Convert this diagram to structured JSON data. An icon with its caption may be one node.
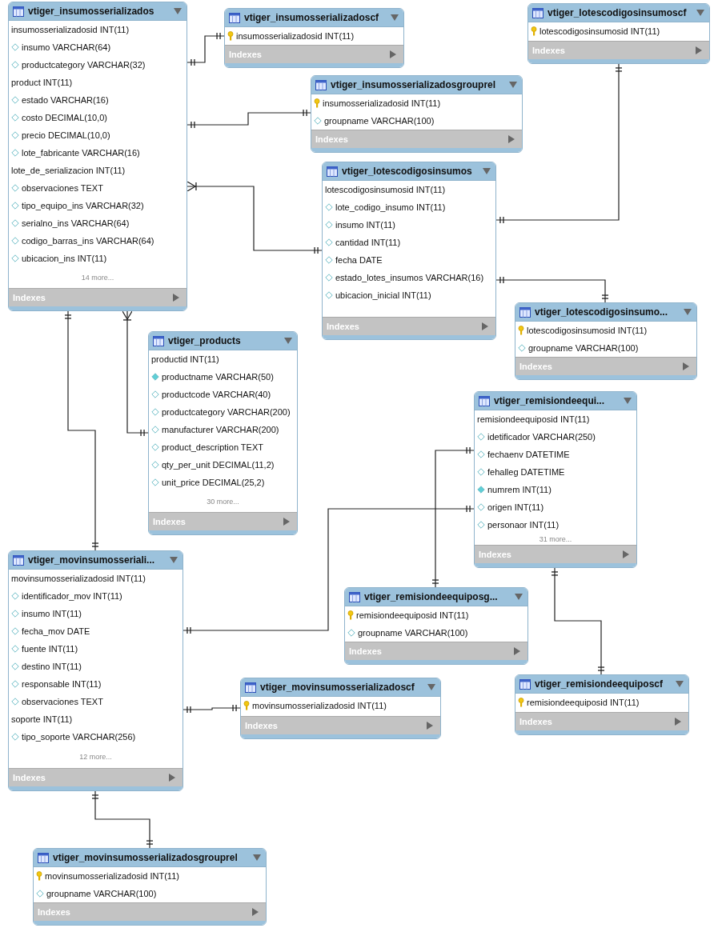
{
  "diagram": {
    "nodes": [
      {
        "text": [
          "vtiger_insumosserializados",
          "insumosserializadosid INT(11)",
          "insumo VARCHAR(64)",
          "productcategory VARCHAR(32)",
          "product INT(11)",
          "estado VARCHAR(16)",
          "costo DECIMAL(10,0)",
          "precio DECIMAL(10,0)",
          "lote_fabricante VARCHAR(16)",
          "lote_de_serializacion INT(11)",
          "observaciones TEXT",
          "tipo_equipo_ins VARCHAR(32)",
          "serialno_ins VARCHAR(64)",
          "codigo_barras_ins VARCHAR(64)",
          "ubicacion_ins INT(11)",
          "14 more...",
          "Indexes"
        ]
      },
      {
        "text": [
          "vtiger_insumosserializadoscf",
          "insumosserializadosid INT(11)",
          "Indexes"
        ]
      },
      {
        "text": [
          "vtiger_insumosserializadosgrouprel",
          "insumosserializadosid INT(11)",
          "groupname VARCHAR(100)",
          "Indexes"
        ]
      },
      {
        "text": [
          "vtiger_lotescodigosinsumoscf",
          "lotescodigosinsumosid INT(11)",
          "Indexes"
        ]
      },
      {
        "text": [
          "vtiger_lotescodigosinsumos",
          "lotescodigosinsumosid INT(11)",
          "lote_codigo_insumo INT(11)",
          "insumo INT(11)",
          "cantidad INT(11)",
          "fecha DATE",
          "estado_lotes_insumos VARCHAR(16)",
          "ubicacion_inicial INT(11)",
          "Indexes"
        ]
      },
      {
        "text": [
          "vtiger_lotescodigosinsumo...",
          "lotescodigosinsumosid INT(11)",
          "groupname VARCHAR(100)",
          "Indexes"
        ]
      },
      {
        "text": [
          "vtiger_products",
          "productid INT(11)",
          "productname VARCHAR(50)",
          "productcode VARCHAR(40)",
          "productcategory VARCHAR(200)",
          "manufacturer VARCHAR(200)",
          "product_description TEXT",
          "qty_per_unit DECIMAL(11,2)",
          "unit_price DECIMAL(25,2)",
          "30 more...",
          "Indexes"
        ]
      },
      {
        "text": [
          "vtiger_remisiondeequi...",
          "remisiondeequiposid INT(11)",
          "idetificador VARCHAR(250)",
          "fechaenv DATETIME",
          "fehalleg DATETIME",
          "numrem INT(11)",
          "origen INT(11)",
          "personaor INT(11)",
          "31 more...",
          "Indexes"
        ]
      },
      {
        "text": [
          "vtiger_movinsumosseriali...",
          "movinsumosserializadosid INT(11)",
          "identificador_mov INT(11)",
          "insumo INT(11)",
          "fecha_mov DATE",
          "fuente INT(11)",
          "destino INT(11)",
          "responsable INT(11)",
          "observaciones TEXT",
          "soporte INT(11)",
          "tipo_soporte VARCHAR(256)",
          "12 more...",
          "Indexes"
        ]
      },
      {
        "text": [
          "vtiger_remisiondeequiposg...",
          "remisiondeequiposid INT(11)",
          "groupname VARCHAR(100)",
          "Indexes"
        ]
      },
      {
        "text": [
          "vtiger_movinsumosserializadoscf",
          "movinsumosserializadosid INT(11)",
          "Indexes"
        ]
      },
      {
        "text": [
          "vtiger_remisiondeequiposcf",
          "remisiondeequiposid INT(11)",
          "Indexes"
        ]
      },
      {
        "text": [
          "vtiger_movinsumosserializadosgrouprel",
          "movinsumosserializadosid INT(11)",
          "groupname VARCHAR(100)",
          "Indexes"
        ]
      }
    ],
    "edges": [
      {
        "from": 0,
        "to": 1,
        "arrow": "other"
      },
      {
        "from": 0,
        "to": 2,
        "arrow": "other"
      },
      {
        "from": 4,
        "to": 0,
        "arrow": "other"
      },
      {
        "from": 3,
        "to": 4,
        "arrow": "other"
      },
      {
        "from": 4,
        "to": 5,
        "arrow": "other"
      },
      {
        "from": 6,
        "to": 0,
        "arrow": "other"
      },
      {
        "from": 0,
        "to": 8,
        "arrow": "other"
      },
      {
        "from": 8,
        "to": 7,
        "arrow": "other"
      },
      {
        "from": 7,
        "to": 9,
        "arrow": "other"
      },
      {
        "from": 7,
        "to": 11,
        "arrow": "other"
      },
      {
        "from": 8,
        "to": 10,
        "arrow": "other"
      },
      {
        "from": 8,
        "to": 12,
        "arrow": "other"
      }
    ]
  }
}
